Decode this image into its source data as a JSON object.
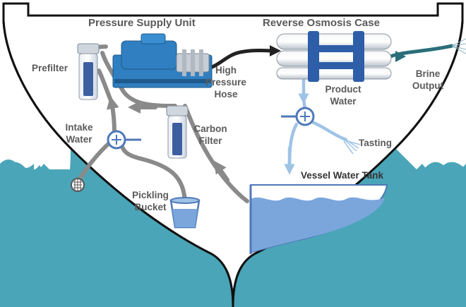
{
  "labels": {
    "pressure_supply_unit": "Pressure Supply Unit",
    "reverse_osmosis_case": "Reverse Osmosis Case",
    "prefilter": "Prefilter",
    "high_pressure_hose": [
      "High",
      "Pressure",
      "Hose"
    ],
    "product_water": [
      "Product",
      "Water"
    ],
    "brine_output": [
      "Brine",
      "Output"
    ],
    "intake_water": [
      "Intake",
      "Water"
    ],
    "carbon_filter": [
      "Carbon",
      "Filter"
    ],
    "tasting": "Tasting",
    "vessel_water_tank": "Vessel Water Tank",
    "pickling_bucket": [
      "Pickling",
      "Bucket"
    ]
  },
  "colors": {
    "sea": "#4aa5b8",
    "hull_outline": "#111111",
    "hose_gray": "#8a8a8a",
    "high_pressure_line": "#222222",
    "product_line": "#9ec3e6",
    "valve_blue": "#4f78b8",
    "tank_water": "#7aa6dc",
    "filter_blue": "#3d5fa0",
    "pump_blue": "#2f7fc1",
    "brine_teal": "#2a6e7a",
    "label_gray": "#5a5a5a"
  }
}
